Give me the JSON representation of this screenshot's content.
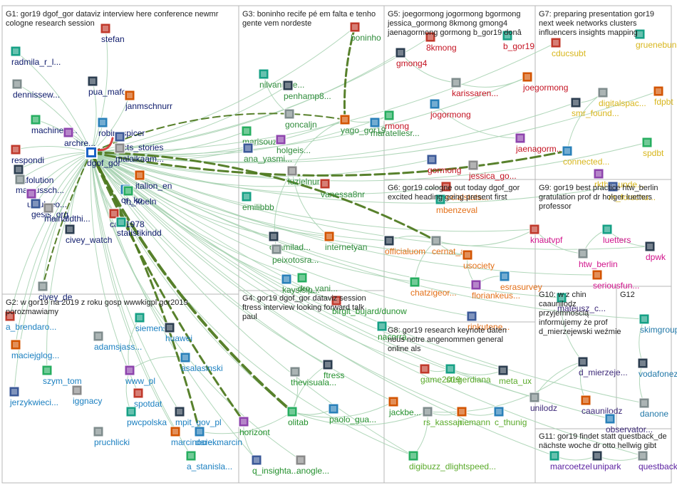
{
  "colors": {
    "edge": "#a9d3b3",
    "edge_strong": "#4f7a21",
    "edge_red": "#d7302f",
    "box": "#b7b7b7",
    "g1": "#0d1a6b",
    "g2": "#1a7fc0",
    "g3": "#2e8b3a",
    "g4": "#23902d",
    "g5": "#c41322",
    "g6": "#e36f17",
    "g7": "#d8b61c",
    "g8": "#5aaa2a",
    "g9": "#d1148c",
    "g10": "#3e2a79",
    "g11": "#5a1fa0",
    "g12": "#2178a8"
  },
  "groups": [
    {
      "id": "G1",
      "text": [
        "G1: gor19 dgof_gor dataviz interview here conference newmr",
        "cologne research session"
      ]
    },
    {
      "id": "G2",
      "text": [
        "G2: w gor19 na 2019 z roku gosp wwwkigpl gor2019",
        "porozmawiamy"
      ]
    },
    {
      "id": "G3",
      "text": [
        "G3: boninho recife pé em falta e tenho",
        "gente vem nordeste"
      ]
    },
    {
      "id": "G4",
      "text": [
        "G4: gor19 dgof_gor dataviz session",
        "ftress interview looking forward talk",
        "paul"
      ]
    },
    {
      "id": "G5",
      "text": [
        "G5: joegormong jogormong bgormong",
        "jessica_gormong 8kmong gmong4",
        "jaenagormong gormong b_gor19 donâ"
      ]
    },
    {
      "id": "G6",
      "text": [
        "G6: gor19 cologne out today dgof_gor",
        "excited heading going present first"
      ]
    },
    {
      "id": "G7",
      "text": [
        "G7: preparing presentation gor19",
        "next week networks clusters",
        "influencers insights mapping"
      ]
    },
    {
      "id": "G8",
      "text": [
        "G8: gor19 research keynote daten",
        "nous notre angenommen general",
        "online als"
      ]
    },
    {
      "id": "G9",
      "text": [
        "G9: gor19 best practice htw_berlin",
        "gratulation prof dr holger luetters",
        "professor"
      ]
    },
    {
      "id": "G10",
      "text": [
        "G10: w z chin",
        "caaunilodz",
        "przyjemnością",
        "informujemy że prof",
        "d_mierzejewski weźmie"
      ]
    },
    {
      "id": "G11",
      "text": [
        "G11: gor19 findet statt questback_de",
        "nächste woche dr otto hellwig gibt"
      ]
    },
    {
      "id": "G12",
      "text": [
        "G12"
      ]
    }
  ],
  "nodes": {
    "G1": [
      "stefan",
      "radmila_r_l...",
      "pua_mafo",
      "dennissew...",
      "janmschnurr",
      "robin_spicer",
      "machinele...",
      "archre...",
      "facts_stories",
      "malaikaam...",
      "respondi",
      "dgof_gor",
      "mafolution",
      "marcussch...",
      "italion_en",
      "or_ko",
      "th_koeln",
      "ursulaeo...",
      "gesis_org",
      "mainaldthi...",
      "cast1978",
      "statistikindd",
      "civey_watch",
      "civey_de"
    ],
    "G2": [
      "a_brendaro...",
      "siemens",
      "huawei",
      "adamsjass...",
      "maciejglog...",
      "asalasinski",
      "szym_tom",
      "www_pl",
      "jerzykwieci...",
      "iggnacy",
      "spotdat",
      "pwcpolska",
      "mpit_gov_pl",
      "pruchlicki",
      "marcinocie...",
      "darekmarcin",
      "a_stanisla..."
    ],
    "G3": [
      "boninho",
      "nilvaniase...",
      "penhamp8...",
      "goncaljn",
      "yago_gor19",
      "maratellesr...",
      "marisouza",
      "holgeis...",
      "ana_yasmi...",
      "luzielnunes",
      "vanessa8nr",
      "emilibbb",
      "caamilad...",
      "peixotosra...",
      "internetyan",
      "kaysisip...",
      "dro_vani..."
    ],
    "G4": [
      "birgit_bujard/dunow",
      "nacorra...",
      "ftress",
      "thevisuala...",
      "jackbe...",
      "paolo_gua...",
      "olitab",
      "horizont",
      "q_insighta...",
      "anogle..."
    ],
    "G5": [
      "8kmong",
      "b_gor19",
      "gmong4",
      "karissaren...",
      "joegormong",
      "jogormong",
      "rmong",
      "jaenagorm...",
      "gormong",
      "jessica_go..."
    ],
    "G6": [
      "socialstats...",
      "mbenzeval",
      "officialuom",
      "cernat_a...",
      "usociety",
      "esrasurvey",
      "chatzigeor...",
      "floriankeus...",
      "rinkutene..."
    ],
    "G7": [
      "cducsubt",
      "gruenebun...",
      "smr_found...",
      "digitalspac...",
      "fdpbt",
      "connected...",
      "spdbt",
      "rkthebunde...",
      "m_forschu..."
    ],
    "G8": [
      "game2019",
      "stegerdiana",
      "meta_ux",
      "rs_kassan...",
      "jriemann",
      "c_thunig",
      "digibuzz_dlightspeed..."
    ],
    "G9": [
      "knautvpf",
      "luetters",
      "dpwk",
      "htw_berlin",
      "seriousfun..."
    ],
    "G10": [
      "mateusz_c...",
      "d_mierzeje...",
      "unilodz",
      "caaunilodz",
      "observator..."
    ],
    "G11": [
      "marcoetzel",
      "unipark",
      "questback..."
    ],
    "G12": [
      "skimgroup",
      "vodafonezi...",
      "danone"
    ]
  }
}
